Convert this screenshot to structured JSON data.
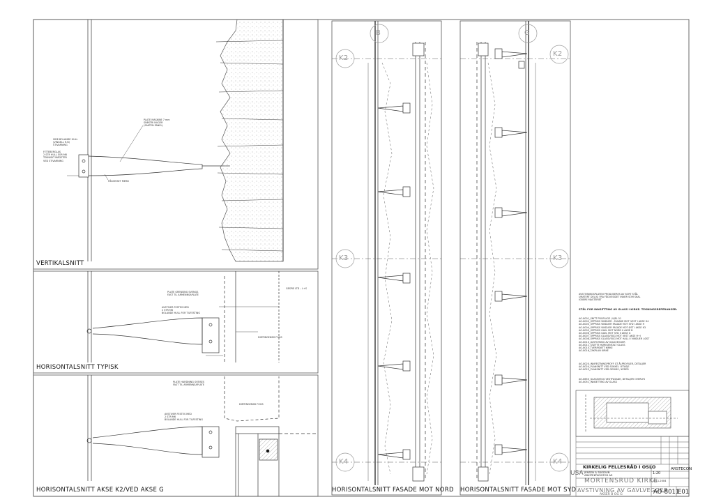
{
  "panels": {
    "vertical": "VERTIKALSNITT",
    "horiz_typical": "HORISONTALSNITT TYPISK",
    "horiz_k2": "HORISONTALSNITT AKSE K2/VED AKSE G",
    "facade_north": "HORISONTALSNITT FASADE MOT NORD",
    "facade_south": "HORISONTALSNITT FASADE MOT SYD"
  },
  "grid_axes": {
    "b": "B",
    "g": "G",
    "k2": "K2",
    "k3": "K3",
    "k4": "K4"
  },
  "notes": {
    "general": "AVSTIVNINGSPLATEN PRODUSERES AV SORT STÅL\nUMATERT DEL(S) FRA FÅGVESIDET INNER SOM SKAL\nIGRERE MASTERIET",
    "refs_title": "STÅL FOR INNSETTING AV GLASS I KIRKE. TEGNINGSREFERANSER:",
    "refs": "AO-8001_SNITT PROFILIGE / KJEL 51\nAO-8002_OPPRISS VINDUER - FASADE MOT VEST I AKSE H4\nAO-8003_OPPRISS VINDUER FASADE MOT SYD I AKSE H\nAO-8004_OPPRISS VINDUER FASADE MOT ØST I AKSE K3\nAO-8005_OPPRISS GAVL MOT NORD II AKSE B\nAO-8006_OPPRISS GAVL MOT SYD II AKSE G\nAO-8007_OPPRISS GLASSVEGG MOT VEST AKSE H+I\nAO-8008_OPPRISS GLASSVEGG MOT HALL II VINDUER / ØST\nAO-8010_AVSTIVNING AV GAVLVEGGER\nAO-8011_STØTTE HØRIGENTALT GLASS\nAO-8015_TVERRSNITT KIRKE\nAO-8016_TAKPLAN KIRKE",
    "refs2": "AO-8020_INNFESTNINGPROFF GT ÅLPROFILER, DETALJER\nAO-8024_PLANSNITT VED SOKKEL I ETASJE\nAO-8025_PLANSNITT VED GESIMS / KYRER",
    "refs3": "AO-8650_GLASSVEGG VESTFASADE, DETALJER OVERLYS\nAO-8051_INNSETTING AV GLASS"
  },
  "detail_labels": {
    "v_plate": "PLATE MASKINE 7 mm\nSNEKTRI NUGER\n(SAKTEN PANEL)",
    "v_bolt": "SIDE-BOLANDE HULL\n(VINGELL H.B)\nSTIVARNING",
    "v_bracket": "FITTEBERGLAS\n2 STR HULL FOR M6\nTEKNISKT MÅGETER\nVED STIVARNING",
    "v_weld": "FÅGVEISET MERD",
    "t_plate": "PLATE GRENSING SVENGS\nFAST TIL ARMENNSAPLATE",
    "t_bolt": "AVSTIVER FESTES MED\n2 STR M6\nBOLANDE HULL FOR TILFESTING",
    "t_frame": "DIMTINGENDS FOGS",
    "t_glass": "GESPIE LTD – L+S",
    "k_plate": "PLATE HARDNING SVEISES\nFAST TIL ARMENNSAPLATE",
    "k_bolt": "AVSTIVER FESTES MED\n2 STR M6\nBOLANDE HULL FOR TILFESTING",
    "k_frame": "DIMTINGENDS FOGS"
  },
  "titleblock": {
    "client": "KIRKELIG FELLESRÅD I OSLO",
    "architect": "JENSEN & SKODVIN\nARKITEKTKONTOR AS",
    "stamp": "USA",
    "project": "MORTENSRUD KIRKE",
    "firm": "ARSTECON",
    "drawing": "AVSTIVNING AV GAVLVEGGER",
    "subtitle": "AKSER B OG G",
    "number": "AO-8011",
    "revision": "E01",
    "scale": "1:20",
    "date": "2011.2004"
  }
}
